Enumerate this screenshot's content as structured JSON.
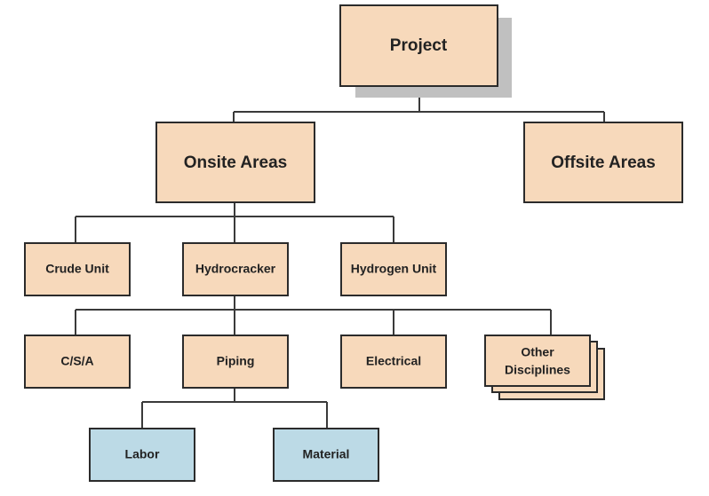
{
  "diagram": {
    "root": "Project",
    "level1": [
      "Onsite Areas",
      "Offsite Areas"
    ],
    "level2": [
      "Crude Unit",
      "Hydrocracker",
      "Hydrogen Unit"
    ],
    "level3": [
      "C/S/A",
      "Piping",
      "Electrical",
      "Other Disciplines"
    ],
    "level3_other_lines": [
      "Other",
      "Disciplines"
    ],
    "level4": [
      "Labor",
      "Material"
    ]
  },
  "colors": {
    "node": "#f7d9bb",
    "leaf": "#bcdae6",
    "shadow": "#c0c0c0"
  }
}
